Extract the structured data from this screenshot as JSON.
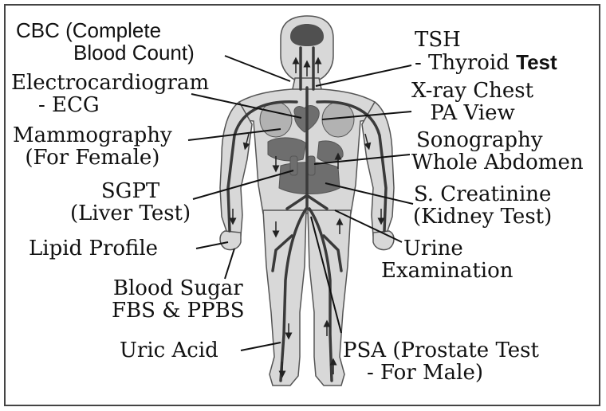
{
  "labels": {
    "cbc": {
      "line1": "CBC (Complete",
      "line2": "Blood Count)"
    },
    "tsh": {
      "line1": "TSH",
      "line2_prefix": "- Thyroid",
      "line2_emphasis": "Test"
    },
    "ecg": {
      "line1": "Electrocardiogram",
      "line2": "- ECG"
    },
    "xray": {
      "line1": "X-ray Chest",
      "line2": "PA View"
    },
    "mammography": {
      "line1": "Mammography",
      "line2": "(For Female)"
    },
    "sonography": {
      "line1": "Sonography",
      "line2": "Whole Abdomen"
    },
    "sgpt": {
      "line1": "SGPT",
      "line2": "(Liver Test)"
    },
    "creatinine": {
      "line1": "S. Creatinine",
      "line2": "(Kidney Test)"
    },
    "lipid": {
      "line1": "Lipid Profile"
    },
    "urine": {
      "line1": "Urine",
      "line2": "Examination"
    },
    "sugar": {
      "line1": "Blood Sugar",
      "line2": "FBS & PPBS"
    },
    "uric": {
      "line1": "Uric Acid"
    },
    "psa": {
      "line1": "PSA (Prostate Test",
      "line2": "- For Male)"
    }
  },
  "colors": {
    "body_fill": "#d8d8d8",
    "body_outline": "#555555",
    "vessel": "#3a3a3a",
    "organ": "#6e6e6e",
    "brain": "#505050",
    "leader_line": "#111111",
    "frame": "#444444"
  }
}
